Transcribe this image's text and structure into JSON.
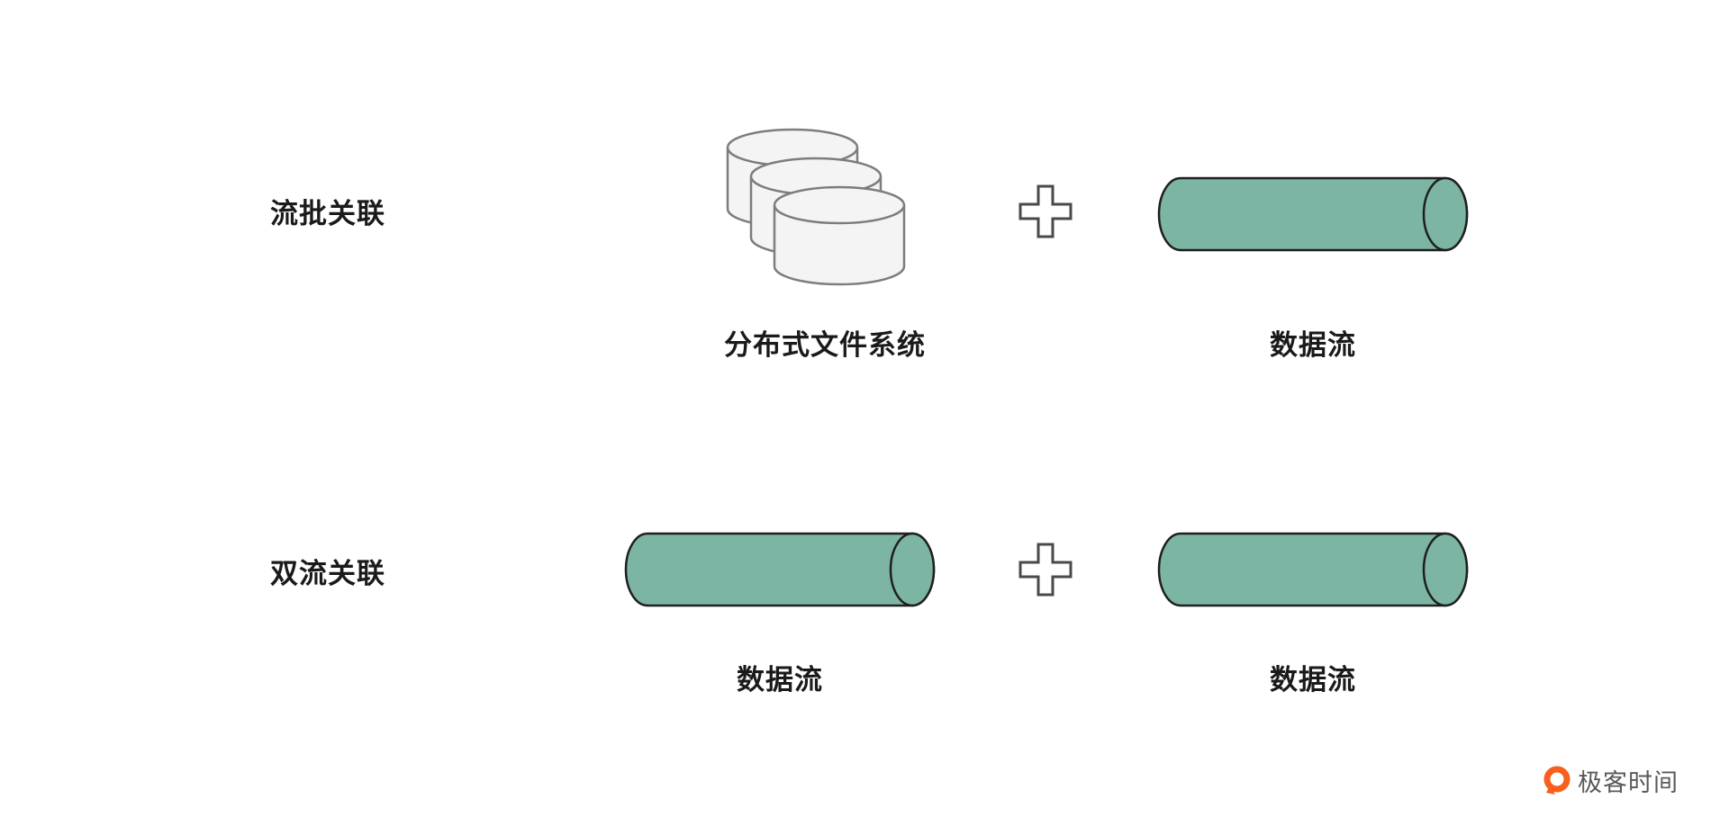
{
  "page": {
    "background": "#ffffff"
  },
  "rows": [
    {
      "label": "流批关联",
      "left_item": {
        "icon": "database-stack-icon",
        "label": "分布式文件系统"
      },
      "operator": "plus-icon",
      "right_item": {
        "icon": "stream-cylinder-icon",
        "label": "数据流"
      }
    },
    {
      "label": "双流关联",
      "left_item": {
        "icon": "stream-cylinder-icon",
        "label": "数据流"
      },
      "operator": "plus-icon",
      "right_item": {
        "icon": "stream-cylinder-icon",
        "label": "数据流"
      }
    }
  ],
  "colors": {
    "stream_fill": "#7cb5a3",
    "stream_stroke": "#1f1f1f",
    "database_fill": "#f4f4f4",
    "database_stroke": "#7d7d7d",
    "plus_fill": "#ffffff",
    "plus_stroke": "#4a4a4a",
    "text": "#1a1a1a",
    "logo_orange": "#f85e1d",
    "logo_text_color": "#595959"
  },
  "branding": {
    "logo_text": "极客时间"
  }
}
